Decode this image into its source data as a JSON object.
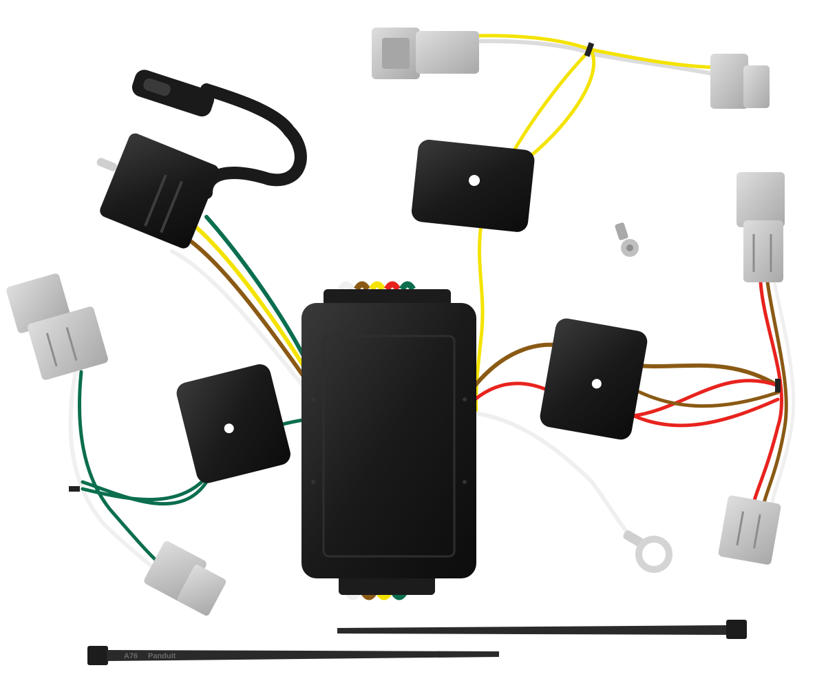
{
  "scene": {
    "description_kind": "product photo",
    "colors": {
      "background": "#ffffff",
      "housing": "#1a1a1a",
      "housing_highlight": "#3a3a3a",
      "connector_gray": "#c9c9c9",
      "connector_dark": "#9a9a9a",
      "wire_white": "#f2f2f2",
      "wire_brown": "#8a5a14",
      "wire_yellow": "#f4e300",
      "wire_green": "#0b6e4f",
      "wire_red": "#e8231e",
      "zip_tie": "#2a2a2a",
      "screw": "#b8b8b8"
    },
    "cable_tie_labels": {
      "tie_lower_code": "A76",
      "tie_lower_brand": "Panduit"
    }
  }
}
